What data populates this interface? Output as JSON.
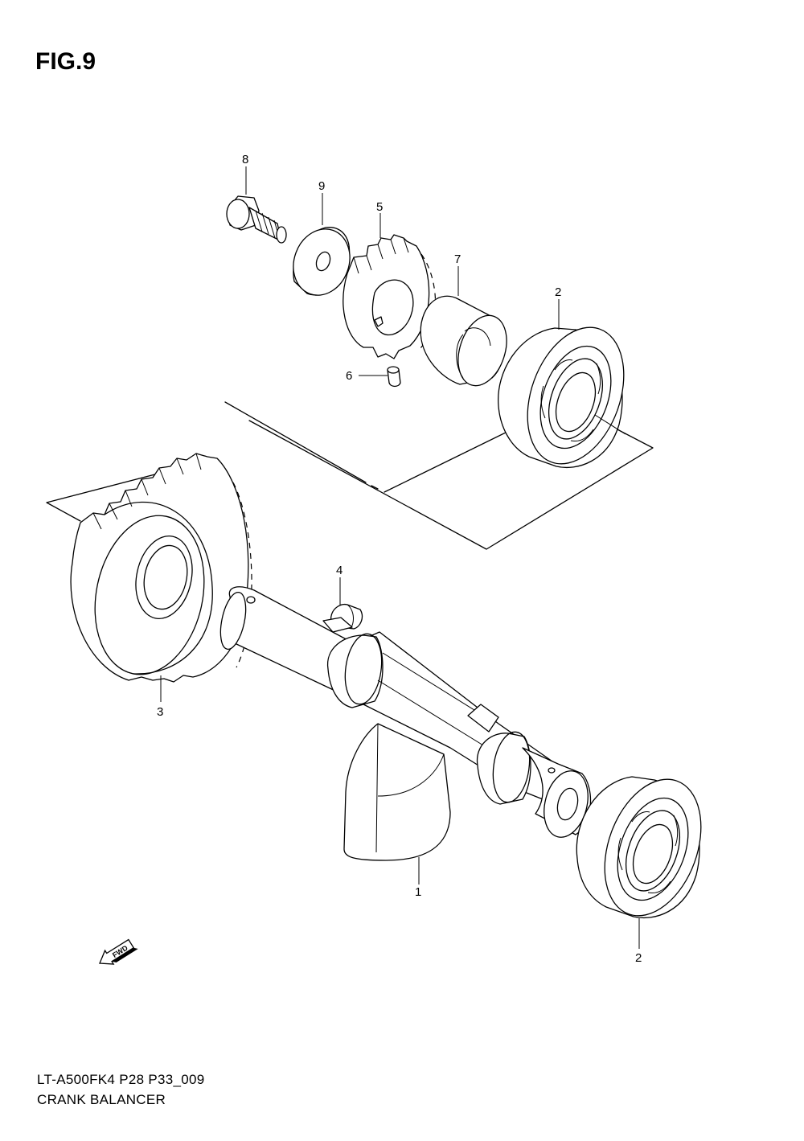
{
  "figure": {
    "title": "FIG.9"
  },
  "footer": {
    "code": "LT-A500FK4 P28 P33_009",
    "name": "CRANK BALANCER"
  },
  "fwd_label": "FWD",
  "callouts": [
    {
      "id": "8",
      "label": "8"
    },
    {
      "id": "9",
      "label": "9"
    },
    {
      "id": "5",
      "label": "5"
    },
    {
      "id": "7",
      "label": "7"
    },
    {
      "id": "2a",
      "label": "2"
    },
    {
      "id": "6",
      "label": "6"
    },
    {
      "id": "4",
      "label": "4"
    },
    {
      "id": "3",
      "label": "3"
    },
    {
      "id": "1",
      "label": "1"
    },
    {
      "id": "2b",
      "label": "2"
    }
  ]
}
